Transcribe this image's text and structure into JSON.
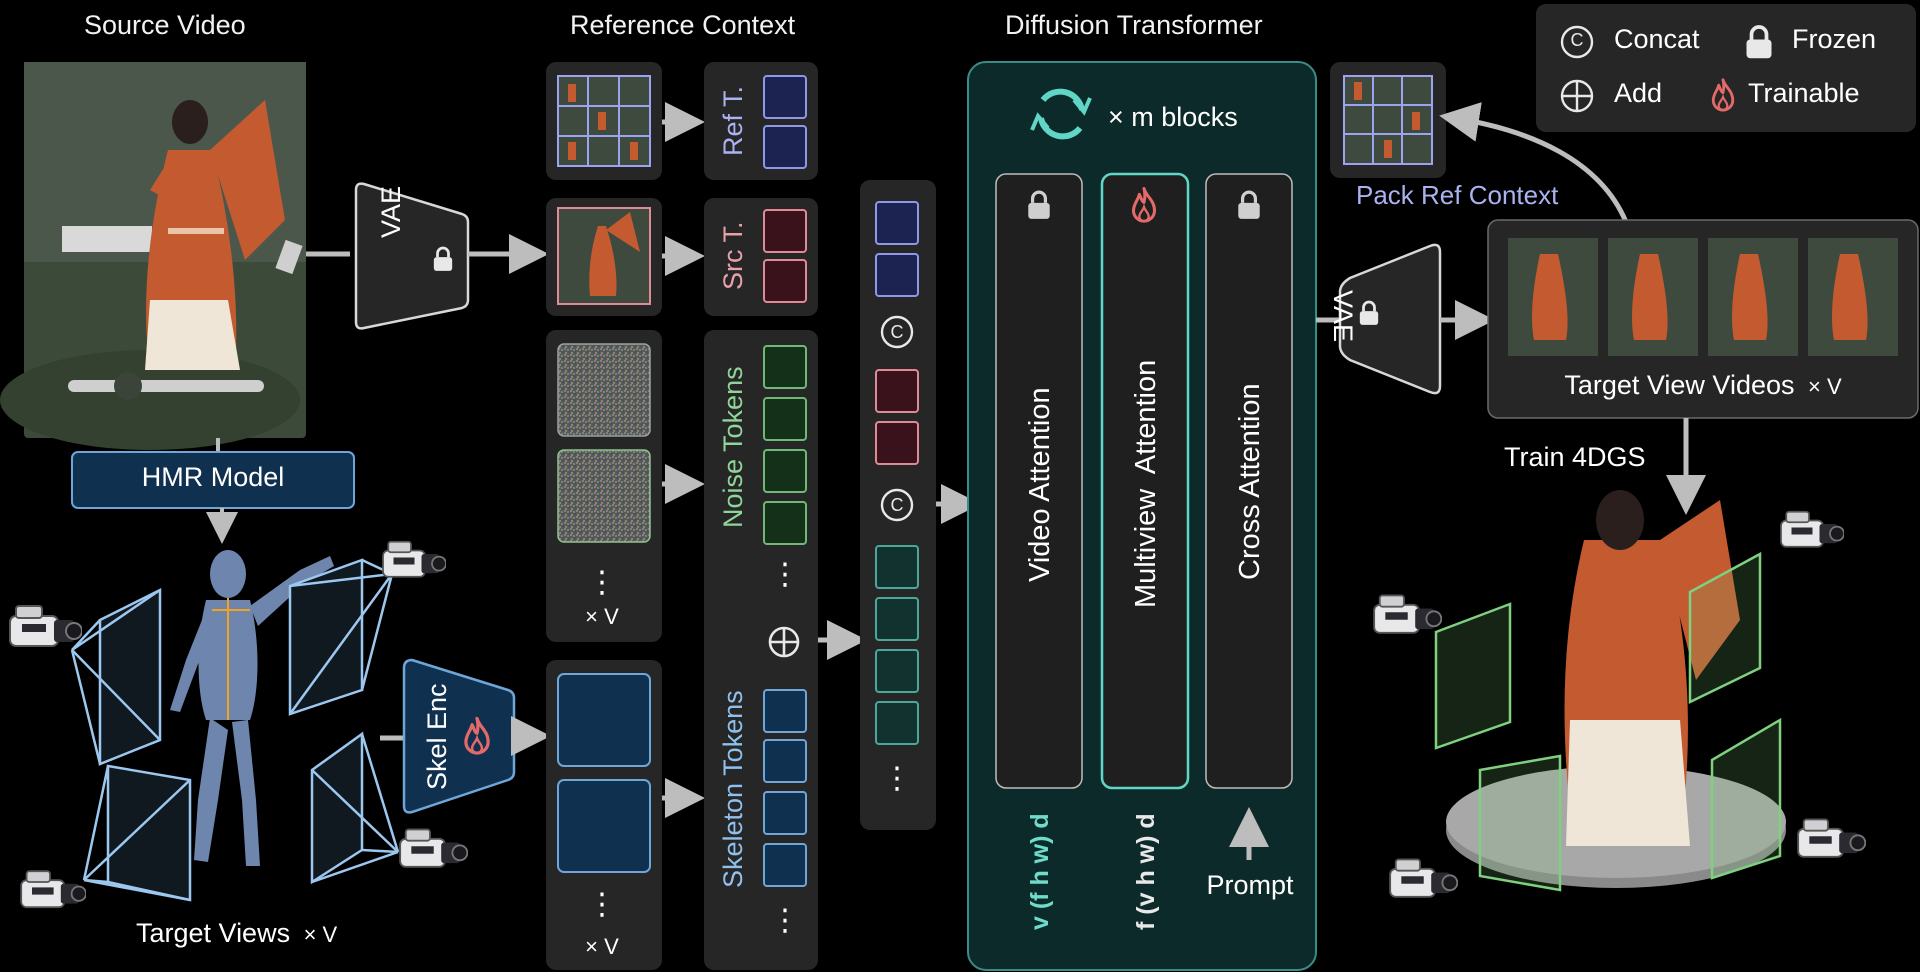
{
  "headers": {
    "source_video": "Source Video",
    "reference_context": "Reference Context",
    "diffusion_transformer": "Diffusion Transformer"
  },
  "legend": {
    "concat": "Concat",
    "frozen": "Frozen",
    "add": "Add",
    "trainable": "Trainable"
  },
  "left": {
    "vae": "VAE",
    "hmr_model": "HMR Model",
    "skel_enc": "Skel Enc",
    "target_views": "Target Views",
    "times_v": "× V"
  },
  "tokens": {
    "ref_t": "Ref T.",
    "src_t": "Src T.",
    "noise_tokens": "Noise Tokens",
    "skeleton_tokens": "Skeleton Tokens",
    "times_v": "× V",
    "concat_symbol": "C",
    "add_symbol": "⊕",
    "ellipsis": "⋮"
  },
  "dit": {
    "m_blocks": "× m blocks",
    "video_attention": "Video Attention",
    "multiview_attention": "Multiview  Attention",
    "cross_attention": "Cross Attention",
    "video_dims": "v (f h w) d",
    "multiview_dims": "f (v h w) d",
    "prompt": "Prompt"
  },
  "right": {
    "vae": "VAE",
    "pack_ref_context": "Pack Ref Context",
    "target_view_videos": "Target View Videos",
    "times_v": "× V",
    "train_4dgs": "Train 4DGS"
  },
  "colors": {
    "background": "#000000",
    "panel": "#262626",
    "ref_token": "#1c2350",
    "ref_border": "#8e98e6",
    "src_token": "#3a121c",
    "src_border": "#e08a96",
    "noise_token": "#143018",
    "noise_border": "#6fb878",
    "skel_token": "#10304f",
    "skel_border": "#6fa6d8",
    "dit_panel": "#0d2a2b",
    "dit_border": "#3a8c86",
    "trainable": "#e46a6a",
    "accent_teal": "#5fd6c6"
  },
  "icons": [
    "lock-icon",
    "flame-icon",
    "cycle-icon",
    "concat-icon",
    "add-icon",
    "camera-icon",
    "arrow-icon"
  ]
}
